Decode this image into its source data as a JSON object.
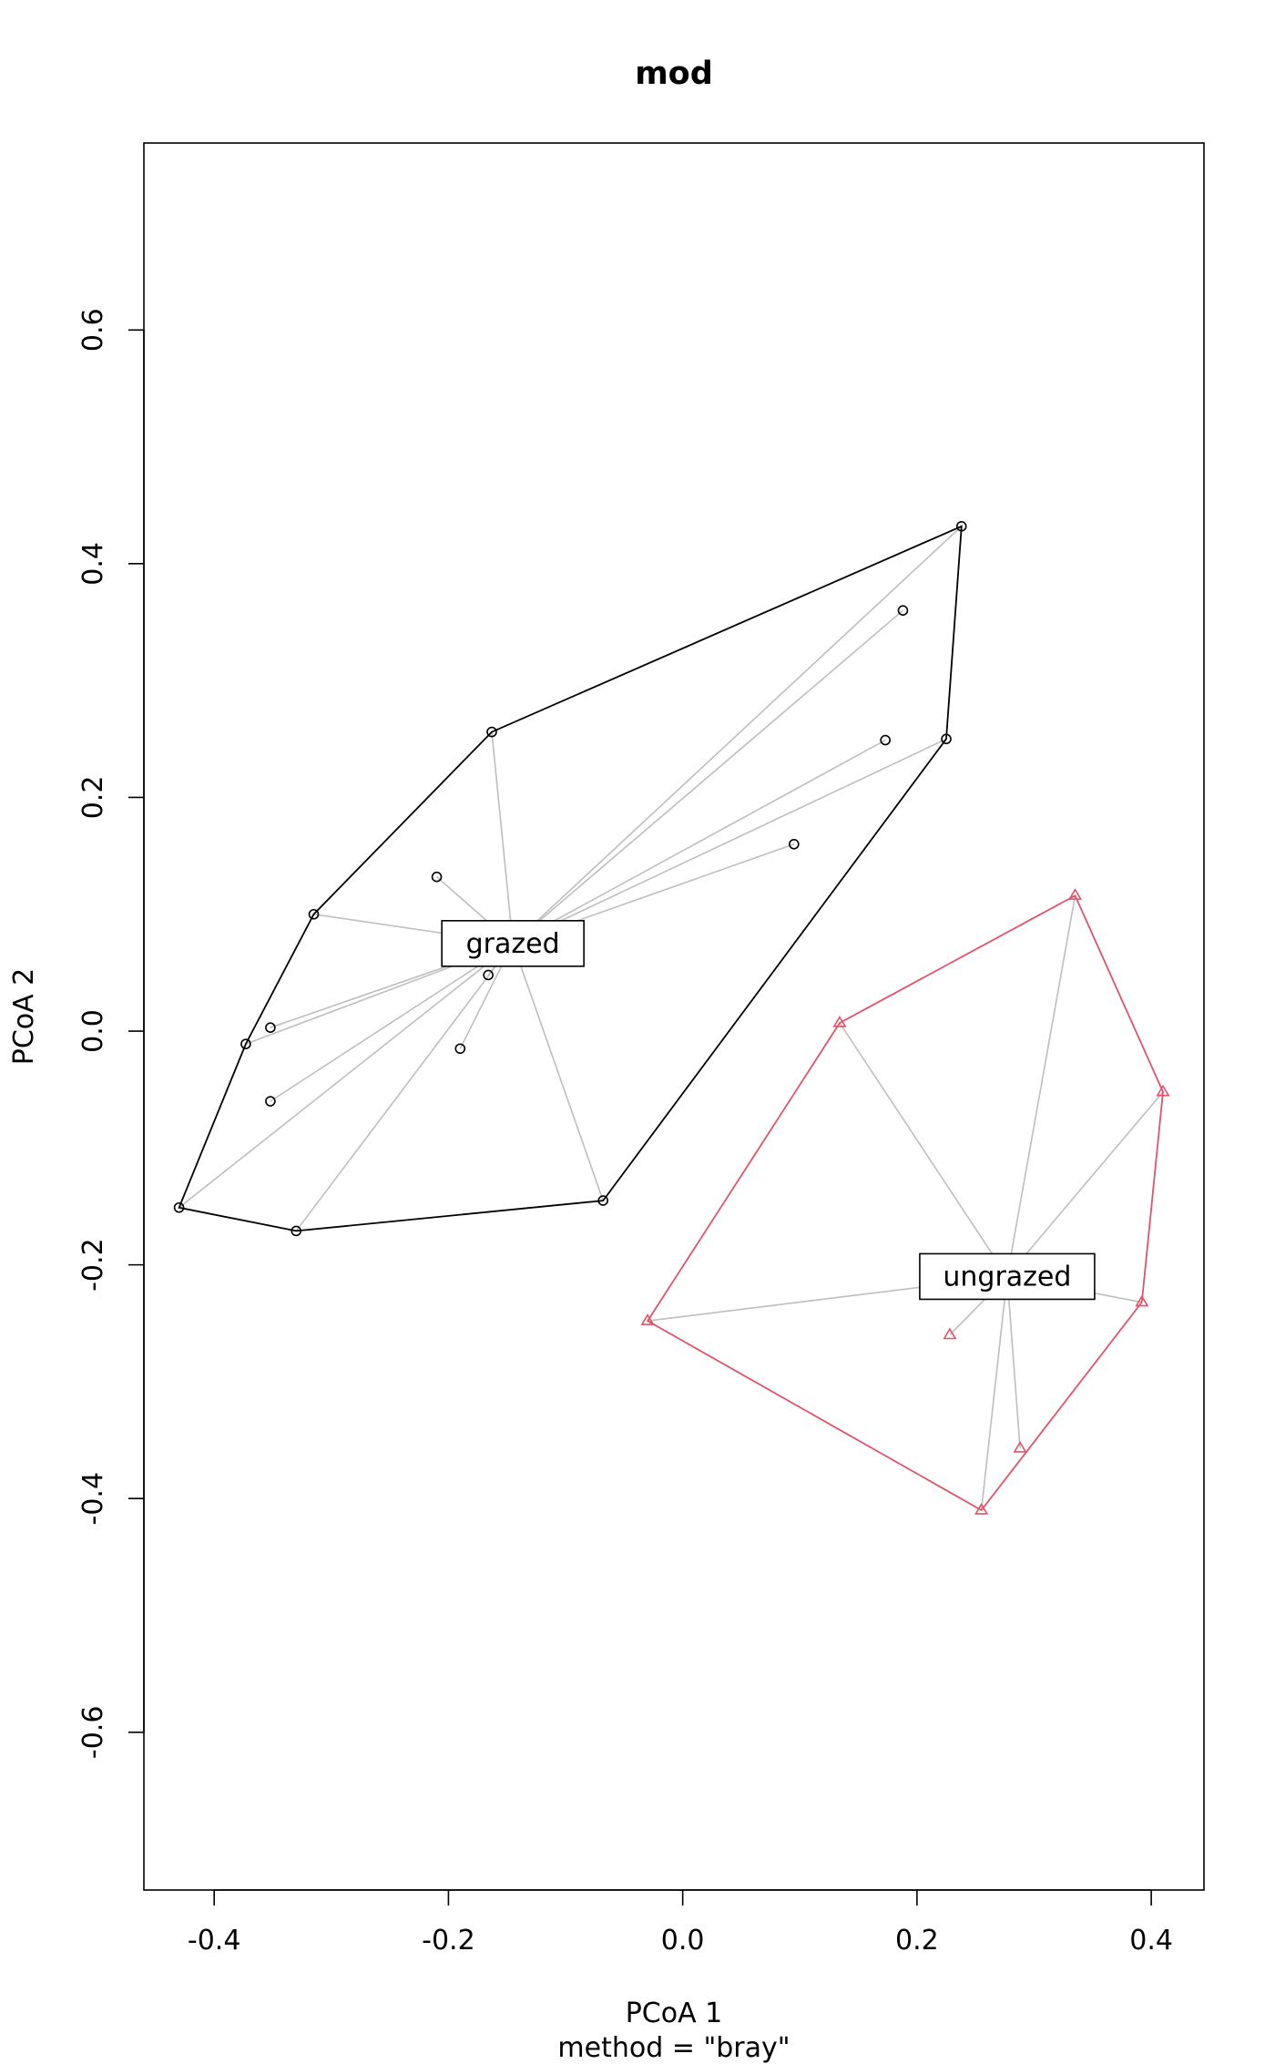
{
  "chart_data": {
    "type": "scatter",
    "title": "mod",
    "xlabel": "PCoA 1",
    "ylabel": "PCoA 2",
    "subtitle": "method = \"bray\"",
    "xlim": [
      -0.46,
      0.445
    ],
    "ylim": [
      -0.735,
      0.76
    ],
    "x_ticks": [
      -0.4,
      -0.2,
      0.0,
      0.2,
      0.4
    ],
    "x_tick_labels": [
      "-0.4",
      "-0.2",
      "0.0",
      "0.2",
      "0.4"
    ],
    "y_ticks": [
      -0.6,
      -0.4,
      -0.2,
      0.0,
      0.2,
      0.4,
      0.6
    ],
    "y_tick_labels": [
      "-0.6",
      "-0.4",
      "-0.2",
      "0.0",
      "0.2",
      "0.4",
      "0.6"
    ],
    "grid": false,
    "groups": [
      {
        "name": "grazed",
        "color": "#000000",
        "marker": "circle",
        "centroid": [
          -0.145,
          0.075
        ],
        "points": [
          [
            0.238,
            0.432
          ],
          [
            0.188,
            0.36
          ],
          [
            0.225,
            0.25
          ],
          [
            0.173,
            0.249
          ],
          [
            -0.163,
            0.256
          ],
          [
            0.095,
            0.16
          ],
          [
            -0.21,
            0.132
          ],
          [
            -0.315,
            0.1
          ],
          [
            -0.166,
            0.048
          ],
          [
            -0.352,
            0.003
          ],
          [
            -0.373,
            -0.011
          ],
          [
            -0.19,
            -0.015
          ],
          [
            -0.352,
            -0.06
          ],
          [
            -0.068,
            -0.145
          ],
          [
            -0.43,
            -0.151
          ],
          [
            -0.33,
            -0.171
          ]
        ],
        "hull": [
          [
            0.238,
            0.432
          ],
          [
            0.225,
            0.25
          ],
          [
            -0.068,
            -0.145
          ],
          [
            -0.33,
            -0.171
          ],
          [
            -0.43,
            -0.151
          ],
          [
            -0.373,
            -0.011
          ],
          [
            -0.315,
            0.1
          ],
          [
            -0.163,
            0.256
          ]
        ]
      },
      {
        "name": "ungrazed",
        "color": "#DF536B",
        "marker": "triangle",
        "centroid": [
          0.277,
          -0.21
        ],
        "points": [
          [
            0.335,
            0.116
          ],
          [
            0.134,
            0.007
          ],
          [
            0.41,
            -0.052
          ],
          [
            0.392,
            -0.232
          ],
          [
            -0.03,
            -0.248
          ],
          [
            0.228,
            -0.26
          ],
          [
            0.288,
            -0.357
          ],
          [
            0.255,
            -0.41
          ]
        ],
        "hull": [
          [
            0.335,
            0.116
          ],
          [
            0.41,
            -0.052
          ],
          [
            0.392,
            -0.232
          ],
          [
            0.255,
            -0.41
          ],
          [
            -0.03,
            -0.248
          ],
          [
            0.134,
            0.007
          ]
        ]
      }
    ],
    "spoke_color": "#BEBEBE"
  }
}
